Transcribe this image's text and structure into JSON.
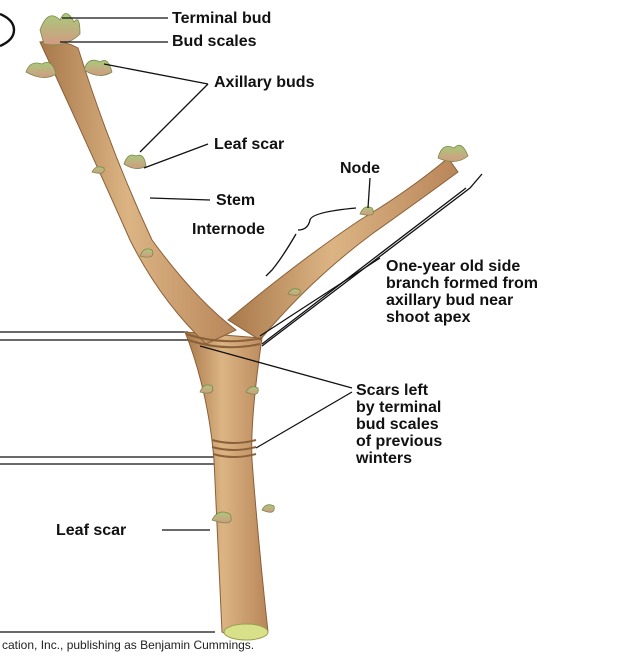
{
  "labels": {
    "terminal_bud": "Terminal bud",
    "bud_scales": "Bud scales",
    "axillary_buds": "Axillary buds",
    "leaf_scar_top": "Leaf scar",
    "stem": "Stem",
    "node": "Node",
    "internode": "Internode",
    "side_branch": "One-year old side\nbranch formed from\naxillary bud near\nshoot apex",
    "scars_left": "Scars left\nby terminal\nbud scales\nof previous\nwinters",
    "leaf_scar_bottom": "Leaf scar"
  },
  "credit": "cation, Inc., publishing as Benjamin Cummings.",
  "colors": {
    "bark": "#c99a66",
    "bark_shadow": "#a8784a",
    "bark_highlight": "#e2c29a",
    "bud_green": "#9bbf70",
    "bud_pink": "#d8a08a",
    "cut_end": "#d9e08a",
    "line": "#111111"
  }
}
